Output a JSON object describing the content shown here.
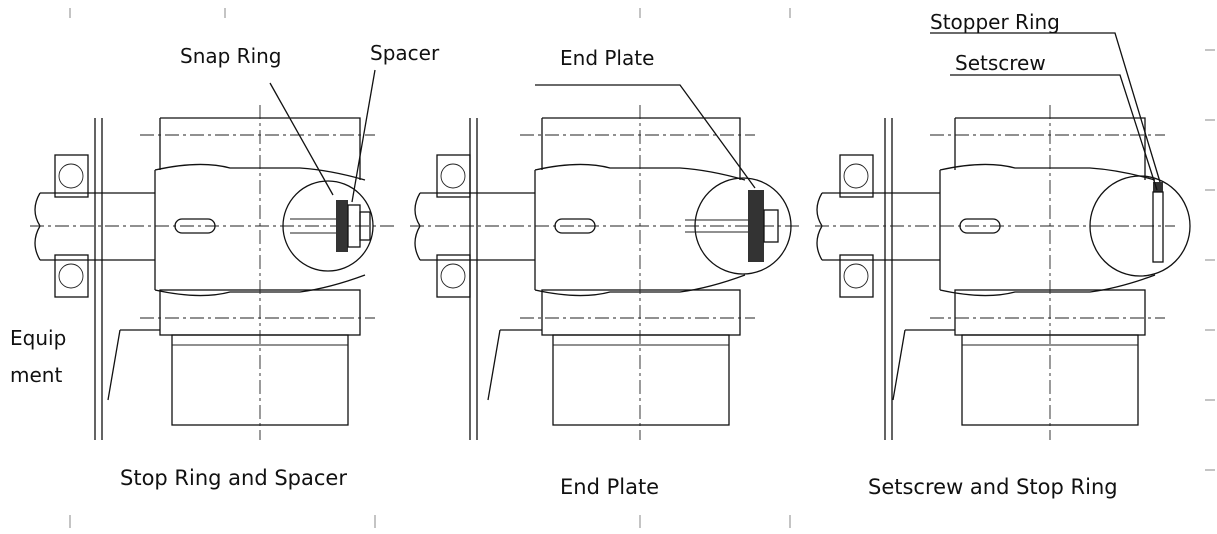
{
  "labels": {
    "snap_ring": "Snap Ring",
    "spacer": "Spacer",
    "end_plate_label": "End Plate",
    "stopper_ring": "Stopper Ring",
    "setscrew": "Setscrew",
    "equipment_line1": "Equip",
    "equipment_line2": "ment"
  },
  "captions": {
    "stop_ring_and_spacer": "Stop Ring and Spacer",
    "end_plate": "End Plate",
    "setscrew_and_stop_ring": "Setscrew and Stop Ring"
  },
  "colors": {
    "line": "#111111",
    "background": "#ffffff"
  }
}
